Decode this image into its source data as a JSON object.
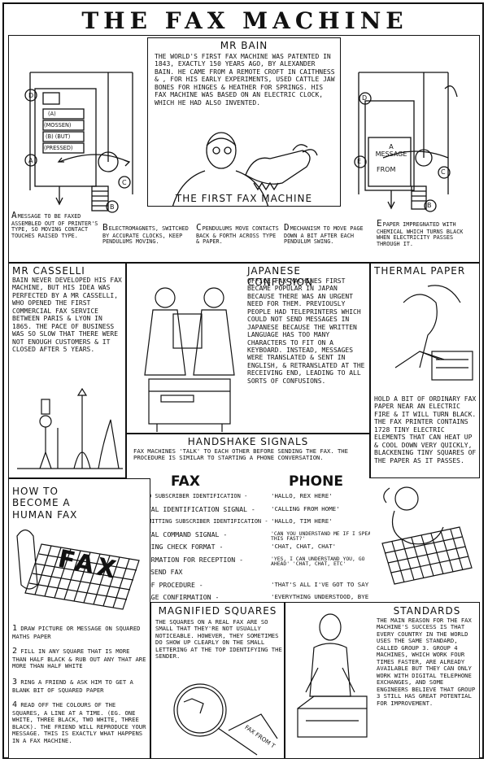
{
  "title": "THE FAX MACHINE",
  "bain": {
    "heading": "MR BAIN",
    "text": "THE WORLD'S FIRST FAX MACHINE WAS PATENTED IN 1843, EXACTLY 150 YEARS AGO, BY ALEXANDER BAIN. HE CAME FROM A REMOTE CROFT IN CAITHNESS & , FOR HIS EARLY EXPERIMENTS, USED CATTLE JAW BONES FOR HINGES & HEATHER FOR SPRINGS. HIS FAX MACHINE WAS BASED ON AN ELECTRIC CLOCK, WHICH HE HAD ALSO INVENTED."
  },
  "first_fax": {
    "heading": "THE FIRST FAX MACHINE",
    "labels_left": [
      "D",
      "A",
      "C",
      "B"
    ],
    "left_type": [
      "(A)",
      "(MOSSEN)",
      "(B) (BUT)",
      "(PRESSED)"
    ],
    "labels_right": [
      "D",
      "E",
      "C",
      "B"
    ],
    "right_message": "A MESSAGE",
    "right_from": "FROM",
    "captions": [
      {
        "letter": "A",
        "text": "MESSAGE TO BE FAXED ASSEMBLED OUT OF PRINTER'S TYPE, SO MOVING CONTACT TOUCHES RAISED TYPE."
      },
      {
        "letter": "B",
        "text": "ELECTROMAGNETS, SWITCHED BY ACCURATE CLOCKS, KEEP PENDULUMS MOVING."
      },
      {
        "letter": "C",
        "text": "PENDULUMS MOVE CONTACTS BACK & FORTH ACROSS TYPE & PAPER."
      },
      {
        "letter": "D",
        "text": "MECHANISM TO MOVE PAGE DOWN A BIT AFTER EACH PENDULUM SWING."
      },
      {
        "letter": "E",
        "text": "PAPER IMPREGNATED WITH CHEMICAL WHICH TURNS BLACK WHEN ELECTRICITY PASSES THROUGH IT."
      }
    ]
  },
  "caselli": {
    "heading": "MR CASSELLI",
    "text": "BAIN NEVER DEVELOPED HIS FAX MACHINE, BUT HIS IDEA WAS PERFECTED BY A MR CASSELLI, WHO OPENED THE FIRST COMMERCIAL FAX SERVICE BETWEEN PARIS & LYON IN 1865. THE PACE OF BUSINESS WAS SO SLOW THAT THERE WERE NOT ENOUGH CUSTOMERS & IT CLOSED AFTER 5 YEARS."
  },
  "japanese": {
    "heading": "JAPANESE CONFUSION",
    "text": "OFFICE FAX MACHINES FIRST BECAME POPULAR IN JAPAN BECAUSE THERE WAS AN URGENT NEED FOR THEM. PREVIOUSLY PEOPLE HAD TELEPRINTERS WHICH COULD NOT SEND MESSAGES IN JAPANESE BECAUSE THE WRITTEN LANGUAGE HAS TOO MANY CHARACTERS TO FIT ON A KEYBOARD. INSTEAD, MESSAGES WERE TRANSLATED & SENT IN ENGLISH, & RETRANSLATED AT THE RECEIVING END, LEADING TO ALL SORTS OF CONFUSIONS."
  },
  "thermal": {
    "heading": "THERMAL PAPER",
    "text": "HOLD A BIT OF ORDINARY FAX PAPER NEAR AN ELECTRIC FIRE & IT WILL TURN BLACK. THE FAX PRINTER CONTAINS 1728 TINY ELECTRIC ELEMENTS THAT CAN HEAT UP & COOL DOWN VERY QUICKLY, BLACKENING TINY SQUARES OF THE PAPER AS IT PASSES."
  },
  "handshake": {
    "heading": "HANDSHAKE SIGNALS",
    "intro": "FAX MACHINES 'TALK' TO EACH OTHER BEFORE SENDING THE FAX. THE PROCEDURE IS SIMILAR TO STARTING A PHONE CONVERSATION.",
    "col_fax": "FAX",
    "col_phone": "PHONE",
    "rows": [
      {
        "arrow": "←",
        "signal": "CALLED SUBSCRIBER IDENTIFICATION -",
        "phone": "'HALLO, REX HERE'"
      },
      {
        "arrow": "←",
        "signal": "DIGITAL IDENTIFICATION SIGNAL -",
        "phone": "'CALLING FROM HOME'"
      },
      {
        "arrow": "→",
        "signal": "TRANSMITTING SUBSCRIBER IDENTIFICATION -",
        "phone": "'HALLO, TIM HERE'"
      },
      {
        "arrow": "→",
        "signal": "DIGITAL COMMAND SIGNAL -",
        "phone": "'CAN YOU UNDERSTAND ME IF I SPEAK THIS FAST?'"
      },
      {
        "arrow": "→",
        "signal": "TRAINING CHECK FORMAT -",
        "phone": "'CHAT, CHAT, CHAT'"
      },
      {
        "arrow": "←",
        "signal": "CONFIRMATION FOR RECEPTION -",
        "phone": "'YES, I CAN UNDERSTAND YOU, GO AHEAD' 'CHAT, CHAT, ETC'"
      },
      {
        "arrow": "",
        "signal": "SEND FAX",
        "phone": ""
      },
      {
        "arrow": "→",
        "signal": "END OF PROCEDURE -",
        "phone": "'THAT'S ALL I'VE GOT TO SAY'"
      },
      {
        "arrow": "←",
        "signal": "MESSAGE CONFIRMATION -",
        "phone": "'EVERYTHING UNDERSTOOD, BYE'"
      }
    ]
  },
  "human_fax": {
    "heading": "HOW TO BECOME A HUMAN FAX",
    "grid_word": "FAX",
    "steps": [
      {
        "num": "1",
        "text": "DRAW PICTURE OR MESSAGE ON SQUARED MATHS PAPER"
      },
      {
        "num": "2",
        "text": "FILL IN ANY SQUARE THAT IS MORE THAN HALF BLACK & RUB OUT ANY THAT ARE MORE THAN HALF WHITE"
      },
      {
        "num": "3",
        "text": "RING A FRIEND & ASK HIM TO GET A BLANK BIT OF SQUARED PAPER"
      },
      {
        "num": "4",
        "text": "READ OFF THE COLOURS OF THE SQUARES, A LINE AT A TIME. (EG. ONE WHITE, THREE BLACK, TWO WHITE, THREE BLACK). THE FRIEND WILL REPRODUCE YOUR MESSAGE. THIS IS EXACTLY WHAT HAPPENS IN A FAX MACHINE."
      }
    ]
  },
  "magnified": {
    "heading": "MAGNIFIED SQUARES",
    "text": "THE SQUARES ON A REAL FAX ARE SO SMALL THAT THEY'RE NOT USUALLY NOTICEABLE. HOWEVER, THEY SOMETIMES DO SHOW UP CLEARLY ON THE SMALL LETTERING AT THE TOP IDENTIFYING THE SENDER.",
    "paper_text": "FAX FROM T"
  },
  "standards": {
    "heading": "STANDARDS",
    "text": "THE MAIN REASON FOR THE FAX MACHINE'S SUCCESS IS THAT EVERY COUNTRY IN THE WORLD USES THE SAME STANDARD, CALLED GROUP 3. GROUP 4 MACHINES, WHICH WORK FOUR TIMES FASTER, ARE ALREADY AVAILABLE BUT THEY CAN ONLY WORK WITH DIGITAL TELEPHONE EXCHANGES, AND SOME ENGINEERS BELIEVE THAT GROUP 3 STILL HAS GREAT POTENTIAL FOR IMPROVEMENT."
  }
}
